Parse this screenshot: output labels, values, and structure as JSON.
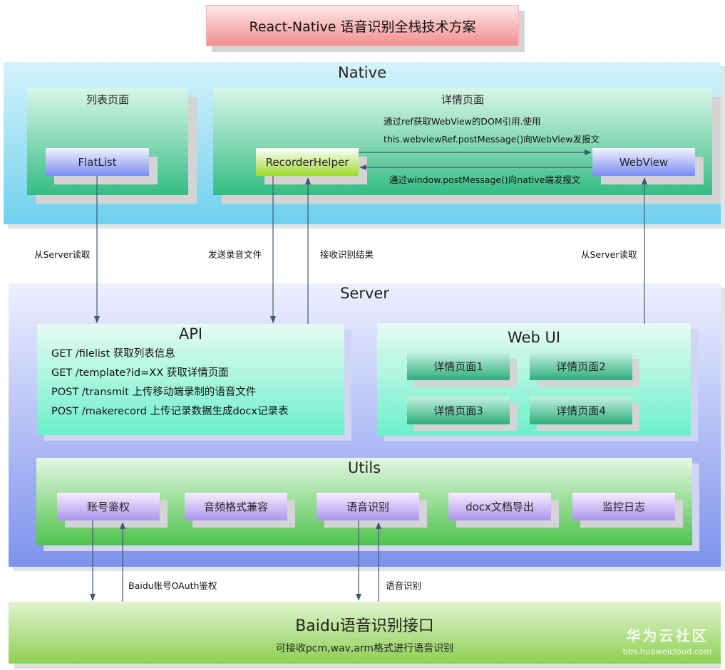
{
  "title": "React-Native 语音识别全栈技术方案",
  "native": {
    "title": "Native",
    "list_page": {
      "title": "列表页面",
      "flatlist": "FlatList"
    },
    "detail_page": {
      "title": "详情页面",
      "recorder": "RecorderHelper",
      "webview": "WebView",
      "note_line1": "通过ref获取WebView的DOM引用.使用",
      "note_line2": "this.webviewRef.postMessage()向WebView发报文",
      "note_back": "通过window.postMessage()向native端发报文"
    }
  },
  "connectors": {
    "read_server_left": "从Server读取",
    "send_audio": "发送录音文件",
    "receive_result": "接收识别结果",
    "read_server_right": "从Server读取",
    "baidu_oauth": "Baidu账号OAuth鉴权",
    "speech_recognition": "语音识别"
  },
  "server": {
    "title": "Server",
    "api": {
      "title": "API",
      "lines": [
        "GET  /filelist  获取列表信息",
        "GET /template?id=XX  获取详情页面",
        "POST /transmit 上传移动端录制的语音文件",
        "POST /makerecord 上传记录数据生成docx记录表"
      ]
    },
    "webui": {
      "title": "Web UI",
      "pages": [
        "详情页面1",
        "详情页面2",
        "详情页面3",
        "详情页面4"
      ]
    },
    "utils": {
      "title": "Utils",
      "items": [
        "账号鉴权",
        "音频格式兼容",
        "语音识别",
        "docx文档导出",
        "监控日志"
      ]
    }
  },
  "baidu": {
    "title": "Baidu语音识别接口",
    "subtitle": "可接收pcm,wav,arm格式进行语音识别"
  },
  "watermark": {
    "main": "华为云社区",
    "sub": "bbs.huaweicloud.com"
  },
  "colors": {
    "arrow": "#3d5975",
    "title_red": "#f38e8e",
    "native_blue": "#6fd0ee",
    "server_blue": "#7d92ec",
    "baidu_green": "#8fd054"
  }
}
